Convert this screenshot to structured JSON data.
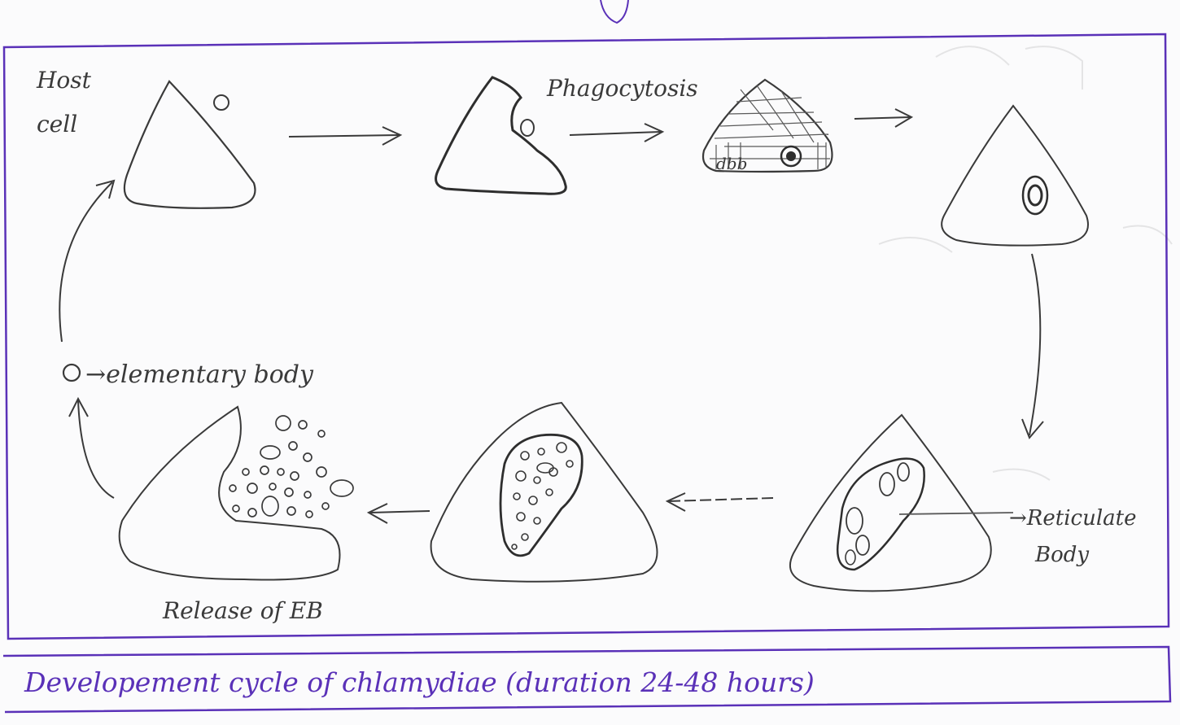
{
  "labels": {
    "host_cell_line1": "Host",
    "host_cell_line2": "cell",
    "phagocytosis": "Phagocytosis",
    "elementary_body": "→elementary body",
    "reticulate_line1": "→Reticulate",
    "reticulate_line2": "Body",
    "release": "Release of EB"
  },
  "caption": "Developement cycle of chlamydiae (duration 24-48 hours)",
  "colors": {
    "ink": "#5a31b8",
    "pencil": "#3a3a3a",
    "paper": "#fbfbfc"
  }
}
